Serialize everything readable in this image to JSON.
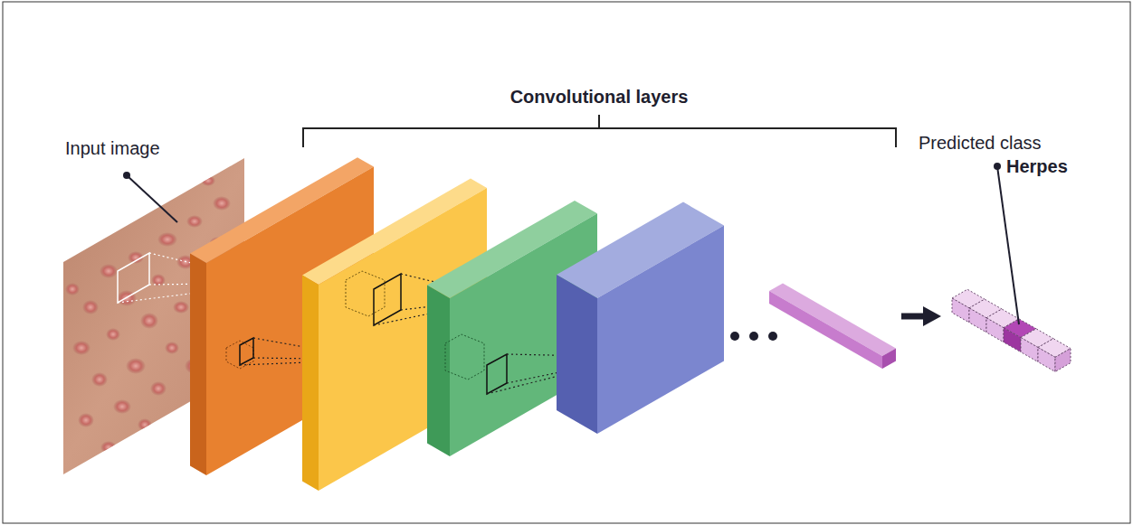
{
  "diagram": {
    "labels": [
      "Input image",
      "Convolutional layers",
      "Predicted class",
      "Herpes"
    ]
  }
}
